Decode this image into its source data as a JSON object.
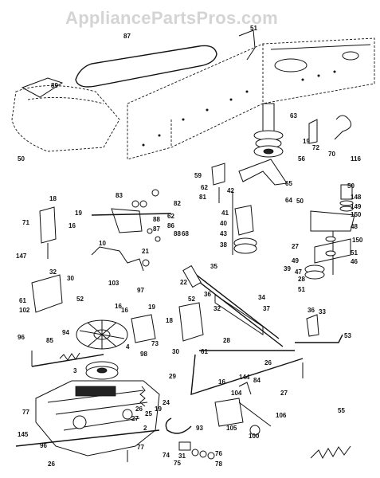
{
  "watermark": "AppliancePartsPros.com",
  "labels": [
    "87",
    "51",
    "89",
    "63",
    "19",
    "72",
    "70",
    "116",
    "50",
    "56",
    "59",
    "62",
    "81",
    "65",
    "64",
    "42",
    "41",
    "40",
    "43",
    "38",
    "39",
    "18",
    "83",
    "82",
    "71",
    "19",
    "16",
    "88",
    "87",
    "86",
    "88",
    "10",
    "21",
    "147",
    "32",
    "30",
    "61",
    "52",
    "102",
    "103",
    "97",
    "16",
    "19",
    "18",
    "98",
    "73",
    "94",
    "3",
    "96",
    "85",
    "16",
    "2",
    "27",
    "145",
    "96",
    "26",
    "77",
    "77",
    "74",
    "75",
    "76",
    "78",
    "31",
    "22",
    "35",
    "36",
    "34",
    "37",
    "28",
    "29",
    "30",
    "61",
    "52",
    "32",
    "26",
    "16",
    "144",
    "104",
    "84",
    "105",
    "106",
    "100",
    "93",
    "55",
    "53",
    "27",
    "36",
    "33",
    "150",
    "148",
    "149",
    "150",
    "51",
    "48",
    "46",
    "47",
    "27",
    "49",
    "50",
    "50",
    "28",
    "51",
    "25",
    "26",
    "24",
    "19",
    "4",
    "62",
    "68"
  ]
}
